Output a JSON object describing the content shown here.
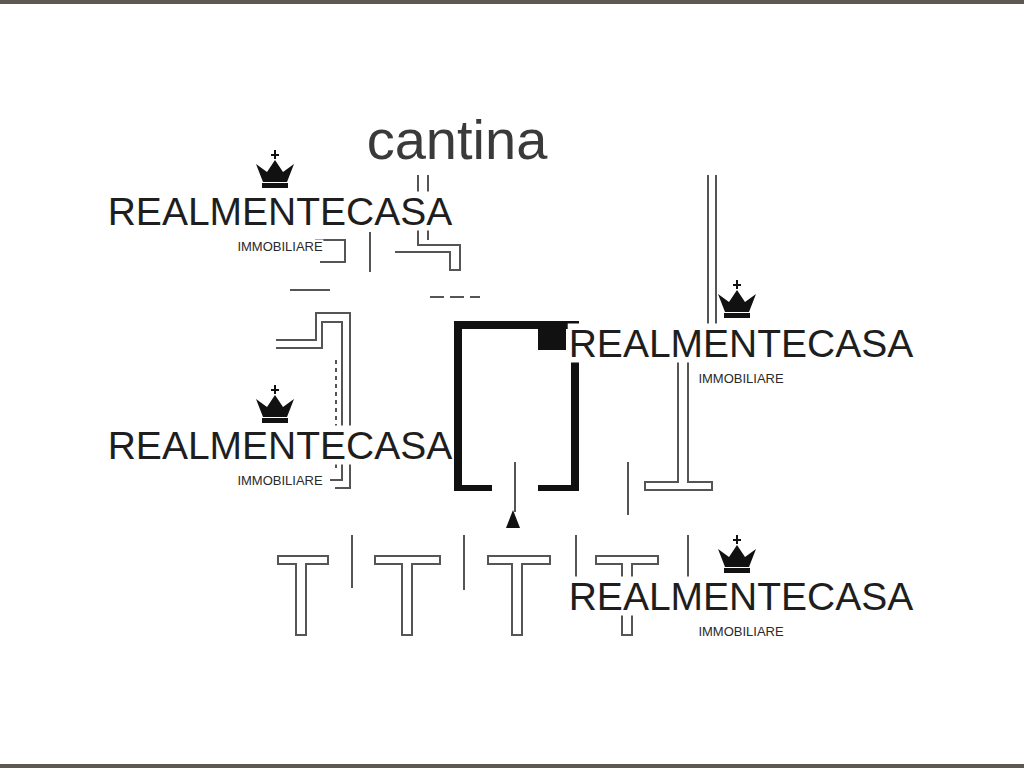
{
  "diagram": {
    "title": "cantina",
    "labels": [
      "REALMENTECASA",
      "IMMOBILIARE",
      "REALMENTECASA",
      "IMMOBILIARE",
      "REALMENTECASA",
      "IMMOBILIARE",
      "REALMENTECASA",
      "IMMOBILIARE"
    ]
  }
}
